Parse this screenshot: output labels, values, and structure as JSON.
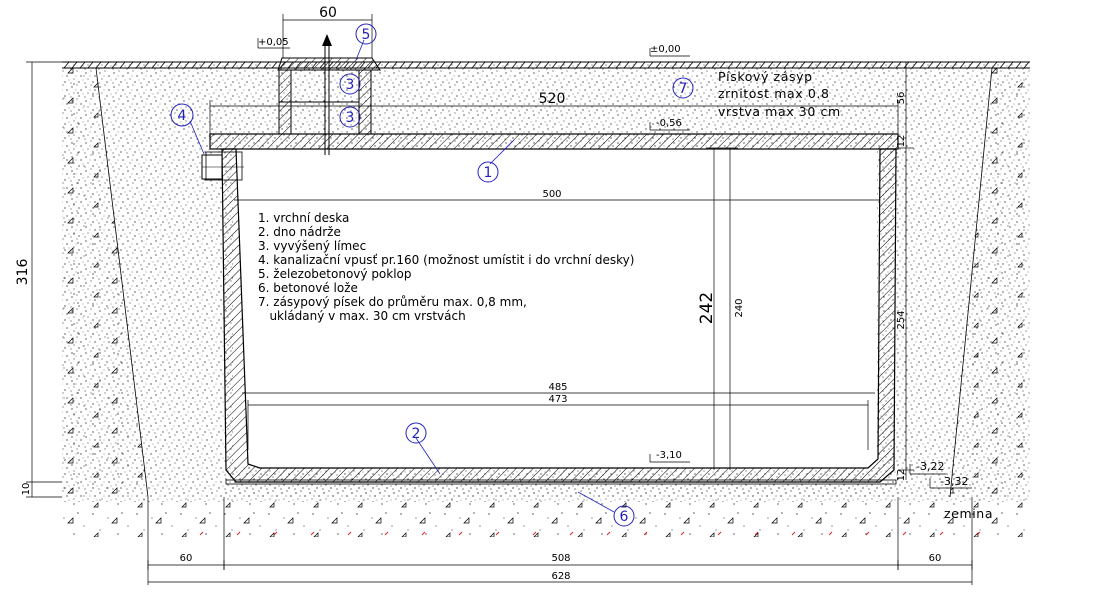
{
  "dimensions": {
    "top_60": "60",
    "cover_level": "+0,05",
    "ground_level": "±0,00",
    "width_520": "520",
    "top_level": "-0,56",
    "inner_500": "500",
    "side_56": "56",
    "side_12": "12",
    "height_316": "316",
    "height_242": "242",
    "height_240": "240",
    "height_254": "254",
    "width_485": "485",
    "width_473": "473",
    "bottom_level": "-3,10",
    "base_level": "-3,22",
    "bed_level": "-3,32",
    "bed_10": "10",
    "side_12b": "12",
    "bottom_60_left": "60",
    "bottom_508": "508",
    "bottom_60_right": "60",
    "bottom_628": "628"
  },
  "callouts": {
    "n1": "1",
    "n2": "2",
    "n3a": "3",
    "n3b": "3",
    "n4": "4",
    "n5": "5",
    "n6": "6",
    "n7": "7"
  },
  "sand_label": {
    "line1": "Pískový zásyp",
    "line2": "zrnitost max 0.8",
    "line3": "vrstva max 30 cm"
  },
  "soil_label": "zemina",
  "legend": [
    "1. vrchní deska",
    "2. dno nádrže",
    "3. vyvýšený límec",
    "4. kanalizační vpusť pr.160 (možnost umístit i do vrchní desky)",
    "5. železobetonový poklop",
    "6. betonové lože",
    "7. zásypový písek do průměru max. 0,8 mm,",
    "   ukládaný v max. 30 cm vrstvách"
  ],
  "colors": {
    "line": "#000000",
    "callout": "#2222bb",
    "accent_red": "#dd2222"
  }
}
